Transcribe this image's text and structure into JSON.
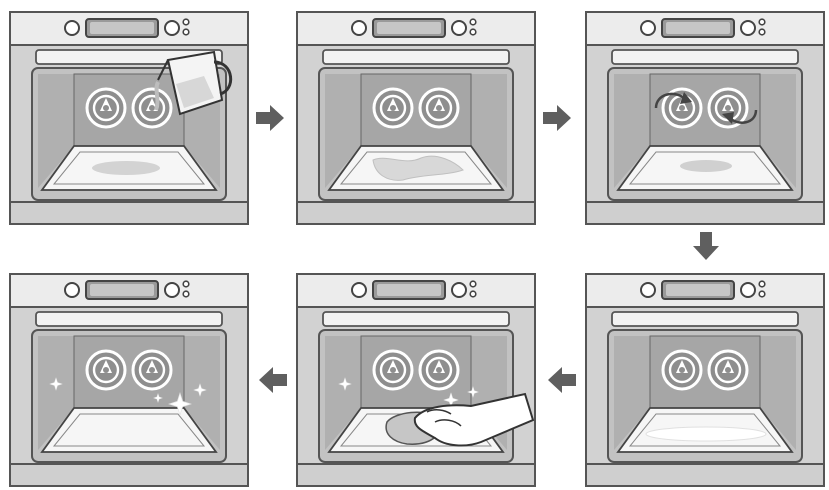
{
  "diagram": {
    "panel_count": 6,
    "sequence": [
      "oven-pour-water",
      "oven-water-spread",
      "oven-fans-rotating",
      "oven-water-evaporated",
      "oven-wiping-clean",
      "oven-sparkling-clean"
    ],
    "flow": [
      "right",
      "right",
      "down",
      "left",
      "left"
    ],
    "colors": {
      "frame": "#5a5a5a",
      "body": "#d0d0d0",
      "panel": "#e8e8e8",
      "cavity": "#bcbcbc",
      "back_wall": "#a8a8a8",
      "floor": "#f7f7f7",
      "fan_bg": "#8c8c8c",
      "arrow": "#5f5f5f",
      "water": "#c4c4c4",
      "sparkle": "#ffffff"
    },
    "icons": {
      "pour": "jug-pour-icon",
      "rotate": "rotate-arrow-icon",
      "wipe": "hand-cloth-icon",
      "clean": "sparkle-icon"
    }
  }
}
